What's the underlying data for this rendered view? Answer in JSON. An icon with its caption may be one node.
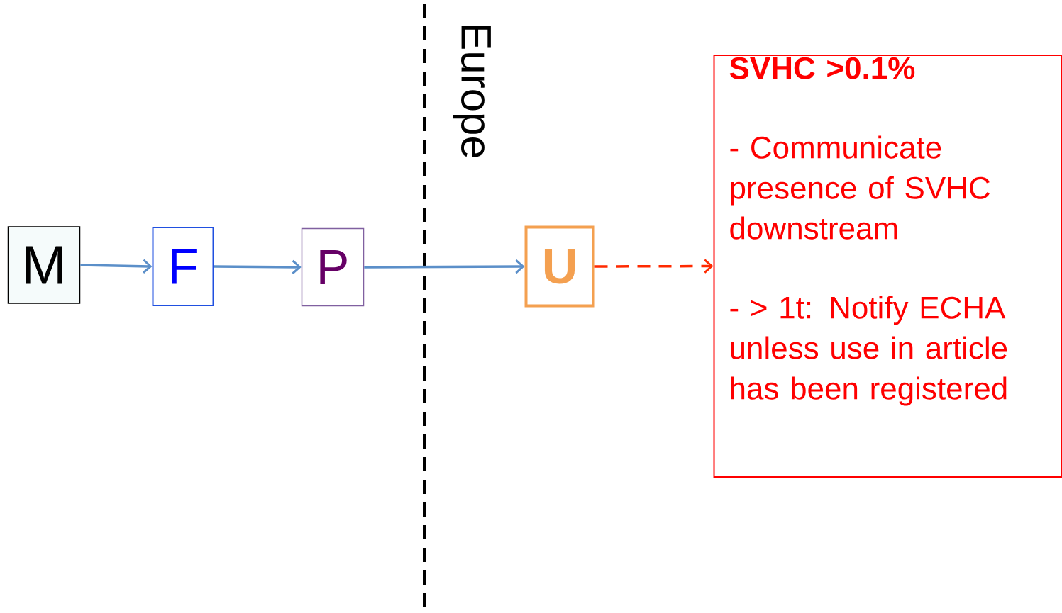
{
  "diagram": {
    "nodes": [
      {
        "text": [
          "M"
        ]
      },
      {
        "text": [
          "F"
        ]
      },
      {
        "text": [
          "P"
        ]
      },
      {
        "text": [
          "U"
        ]
      },
      {
        "text": [
          "SVHC >0.1%",
          "- Communicate presence of SVHC downstream",
          "- > 1t: Notify ECHA unless use in article has been registered"
        ]
      }
    ],
    "edges": [
      {
        "from": 0,
        "to": 1,
        "arrow": "to"
      },
      {
        "from": 1,
        "to": 2,
        "arrow": "to"
      },
      {
        "from": 2,
        "to": 3,
        "arrow": "to"
      },
      {
        "from": 3,
        "to": 4,
        "arrow": "to",
        "style": "dashed",
        "color": "#ff2a00"
      }
    ],
    "labels": [
      "Europe"
    ]
  }
}
